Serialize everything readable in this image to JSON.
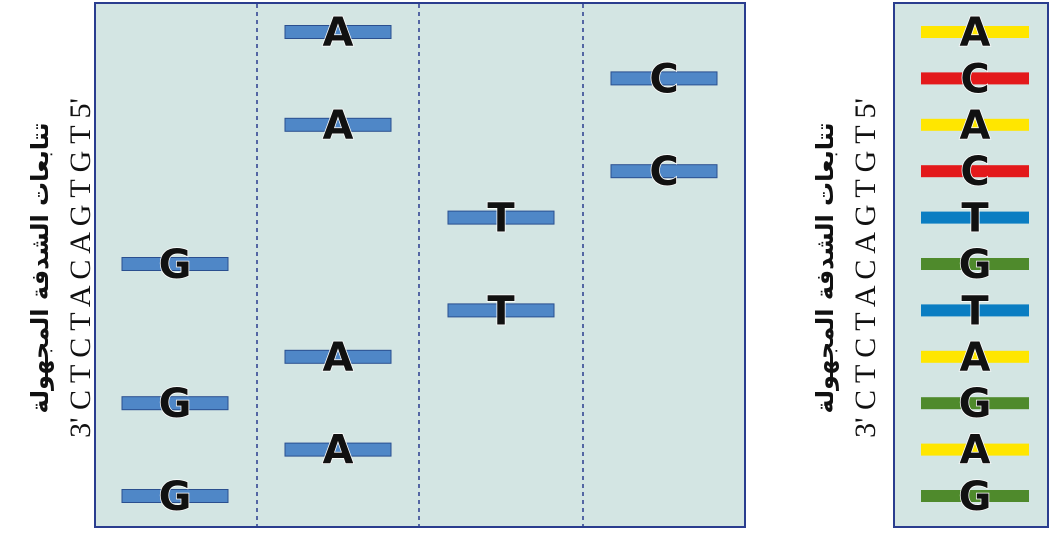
{
  "sequence_label": "تتابعات الشدفة المجهولة",
  "sequence_text": "3' C T C T A C A G T G T 5'",
  "gel": {
    "lanes": [
      "G",
      "A",
      "T",
      "C"
    ],
    "bands": [
      {
        "lane": "A",
        "letter": "A"
      },
      {
        "lane": "C",
        "letter": "C"
      },
      {
        "lane": "A",
        "letter": "A"
      },
      {
        "lane": "C",
        "letter": "C"
      },
      {
        "lane": "T",
        "letter": "T"
      },
      {
        "lane": "G",
        "letter": "G"
      },
      {
        "lane": "T",
        "letter": "T"
      },
      {
        "lane": "A",
        "letter": "A"
      },
      {
        "lane": "G",
        "letter": "G"
      },
      {
        "lane": "A",
        "letter": "A"
      },
      {
        "lane": "G",
        "letter": "G"
      }
    ]
  },
  "ladder": {
    "bases": [
      "A",
      "C",
      "A",
      "C",
      "T",
      "G",
      "T",
      "A",
      "G",
      "A",
      "G"
    ]
  },
  "colors": {
    "panel_bg": "#d3e5e3",
    "panel_border": "#2a3d8f",
    "gel_band": "#4f87c7",
    "A": "#ffe600",
    "C": "#e3191b",
    "T": "#0a7dc2",
    "G": "#4f8a2c"
  }
}
